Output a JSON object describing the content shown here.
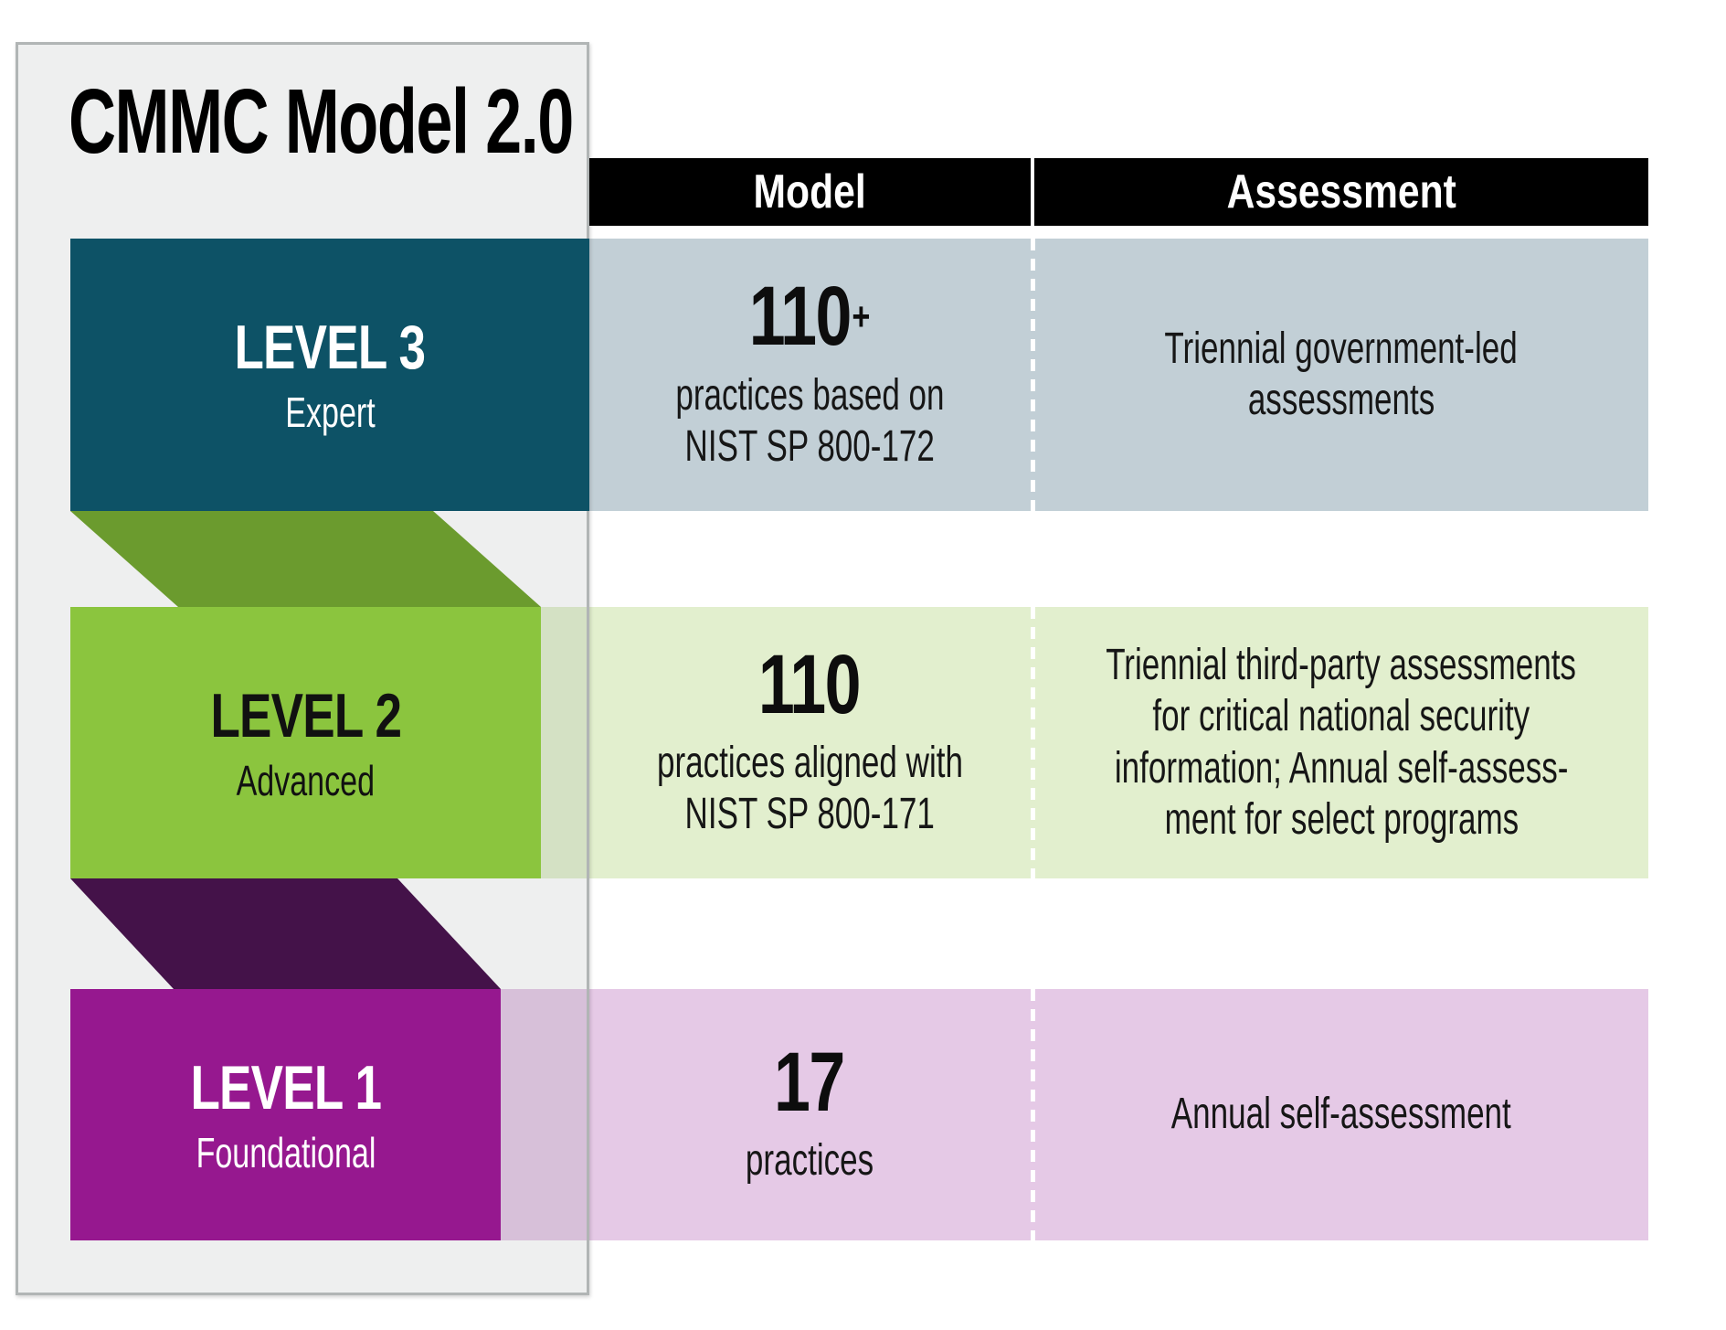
{
  "title": "CMMC Model 2.0",
  "header": {
    "model": "Model",
    "assessment": "Assessment",
    "bar_color": "#000000",
    "text_color": "#ffffff"
  },
  "panel": {
    "border_color": "#b1b5b5"
  },
  "levels": [
    {
      "label": "LEVEL 3",
      "tier": "Expert",
      "box_color": "#0d5266",
      "row_color": "#c2cfd6",
      "text_color": "#ffffff",
      "model": {
        "number": "110",
        "suffix": "+",
        "lines": [
          "practices based on",
          "NIST SP 800-172"
        ]
      },
      "assessment": {
        "lines": [
          "Triennial government-led",
          "assessments"
        ]
      }
    },
    {
      "label": "LEVEL 2",
      "tier": "Advanced",
      "box_color": "#8bc53e",
      "row_color": "#e2efce",
      "text_color": "#111111",
      "model": {
        "number": "110",
        "suffix": "",
        "lines": [
          "practices aligned with",
          "NIST SP 800-171"
        ]
      },
      "assessment": {
        "lines": [
          "Triennial third-party assessments",
          "for critical national security",
          "information; Annual self-assess-",
          "ment for select programs"
        ]
      }
    },
    {
      "label": "LEVEL 1",
      "tier": "Foundational",
      "box_color": "#96188f",
      "row_color": "#e5c9e6",
      "text_color": "#ffffff",
      "model": {
        "number": "17",
        "suffix": "",
        "lines": [
          "practices"
        ]
      },
      "assessment": {
        "lines": [
          "Annual self-assessment"
        ]
      }
    }
  ],
  "folds": [
    {
      "name": "fold-level3-to-level2",
      "color": "#6b9b2e"
    },
    {
      "name": "fold-level2-to-level1",
      "color": "#441249"
    }
  ]
}
